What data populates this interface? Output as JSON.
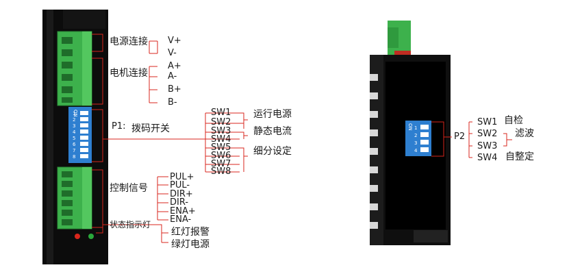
{
  "left_panel": {
    "power": {
      "title": "电源连接",
      "pins": [
        "V+",
        "V-"
      ]
    },
    "motor": {
      "title": "电机连接",
      "pins": [
        "A+",
        "A-",
        "B+",
        "B-"
      ]
    },
    "dip": {
      "prefix": "P1:",
      "title": "拨码开关",
      "switch_prefix": "ON",
      "switch_numbers": [
        "1",
        "2",
        "3",
        "4",
        "5",
        "6",
        "7",
        "8"
      ],
      "switches": [
        "SW1",
        "SW2",
        "SW3",
        "SW4",
        "SW5",
        "SW6",
        "SW7",
        "SW8"
      ],
      "groups": [
        "运行电源",
        "静态电流",
        "细分设定"
      ]
    },
    "control": {
      "title": "控制信号",
      "pins": [
        "PUL+",
        "PUL-",
        "DIR+",
        "DIR-",
        "ENA+",
        "ENA-"
      ]
    },
    "status": {
      "title": "状态指示灯",
      "red": "红灯报警",
      "green": "绿灯电源"
    }
  },
  "right_panel": {
    "prefix": "P2",
    "switch_prefix": "ON",
    "switch_numbers": [
      "1",
      "2",
      "3",
      "4"
    ],
    "switches": [
      "SW1",
      "SW2",
      "SW3",
      "SW4"
    ],
    "functions": [
      "自检",
      "滤波",
      "自整定"
    ]
  },
  "colors": {
    "terminal_green": "#3db14c",
    "dip_blue": "#2e7fd0",
    "line_red": "#d9261c",
    "body": "#111111"
  }
}
